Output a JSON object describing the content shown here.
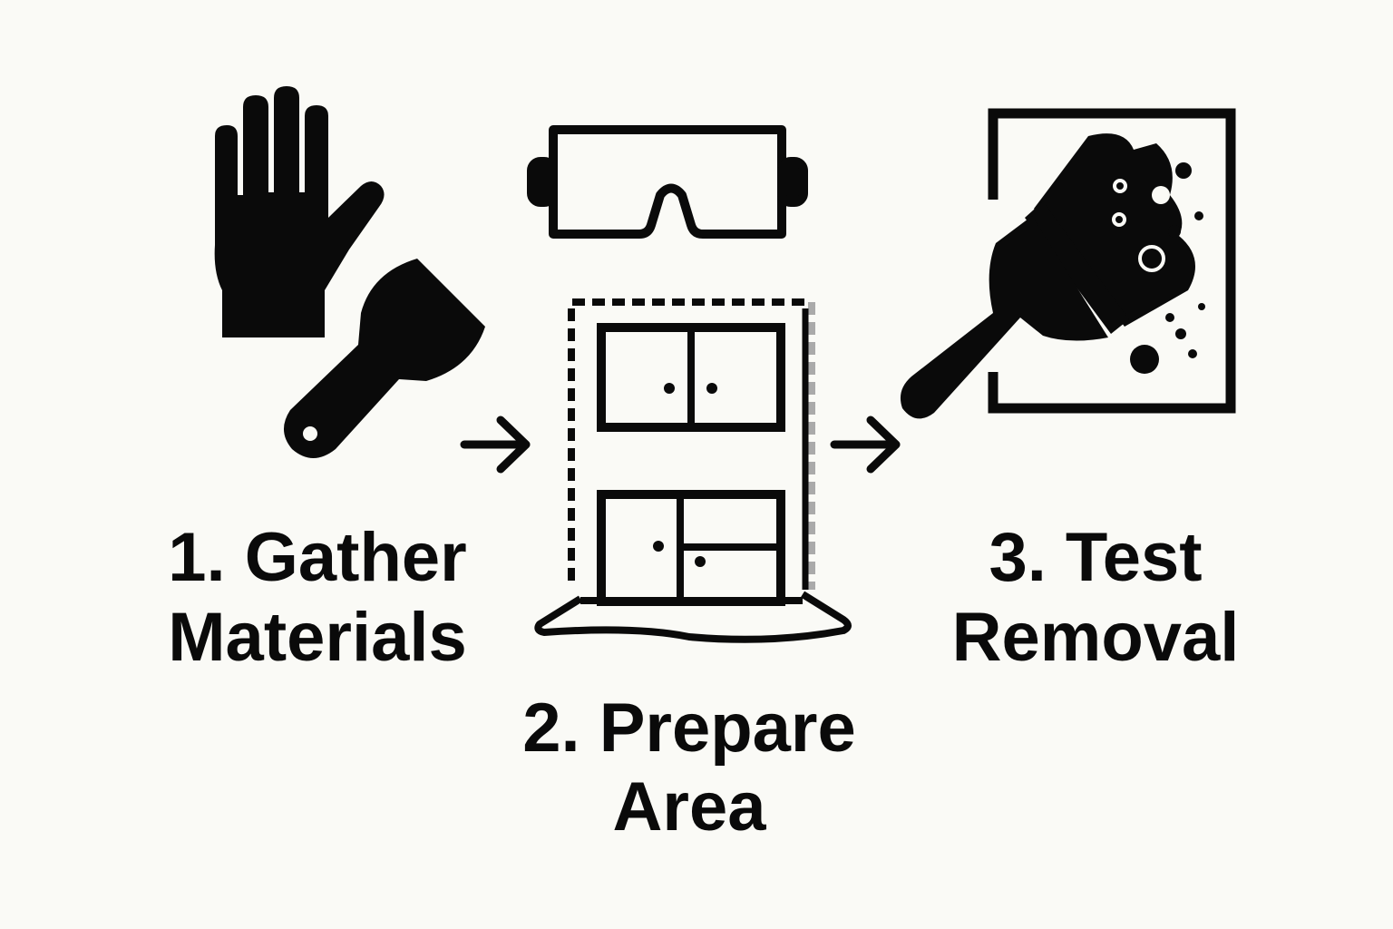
{
  "colors": {
    "ink": "#0a0a0a",
    "background": "#fafaf6"
  },
  "steps": [
    {
      "line1": "1. Gather",
      "line2": "Materials",
      "icons": [
        "glove-icon",
        "putty-knife-icon"
      ]
    },
    {
      "line1": "2. Prepare",
      "line2": "Area",
      "icons": [
        "safety-goggles-icon",
        "cabinet-icon",
        "drop-cloth-icon"
      ]
    },
    {
      "line1": "3. Test",
      "line2": "Removal",
      "icons": [
        "paint-brush-icon",
        "test-panel-icon"
      ]
    }
  ]
}
